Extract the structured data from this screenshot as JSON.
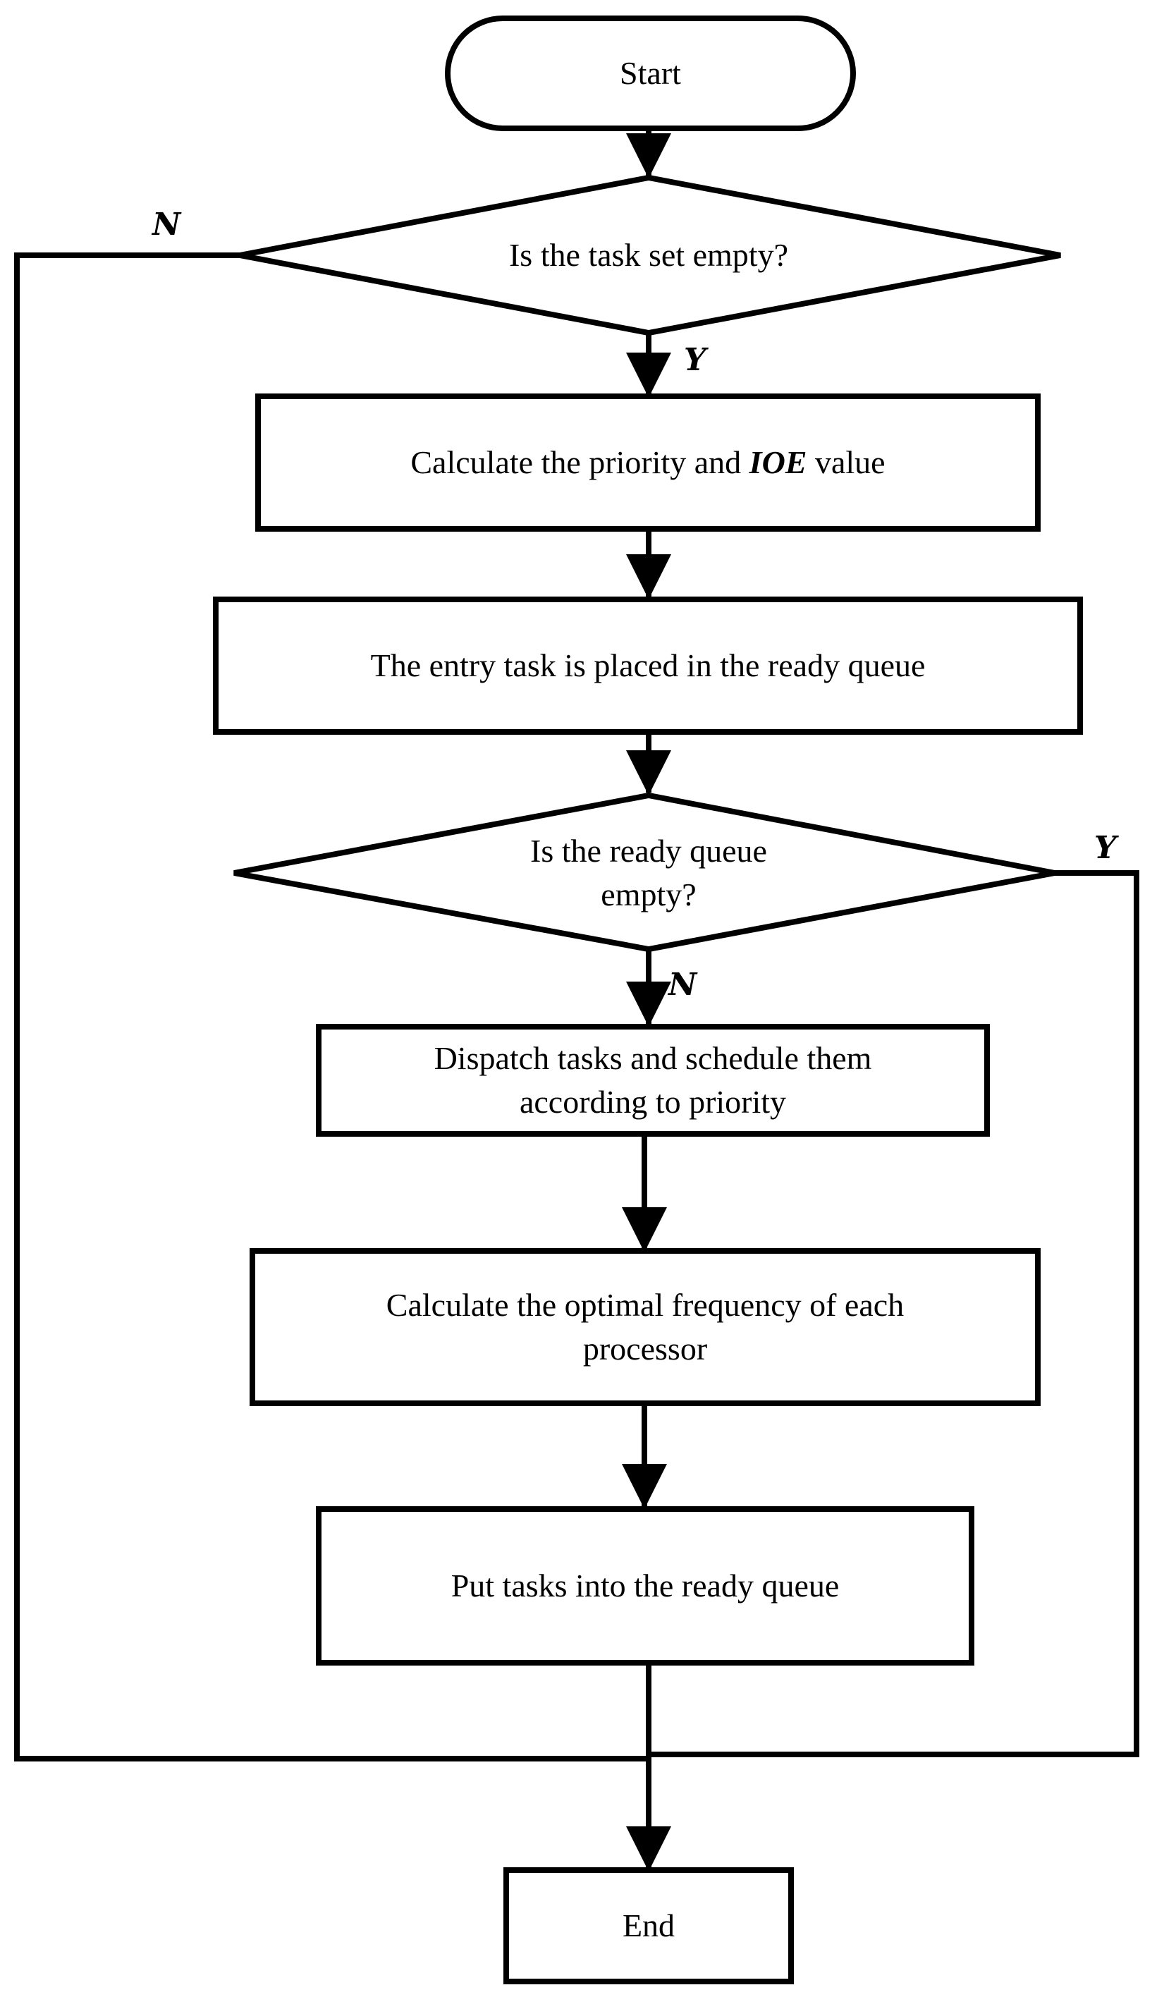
{
  "flowchart": {
    "start": "Start",
    "decision_task_set": "Is the task set empty?",
    "calc_priority": {
      "prefix": "Calculate the priority and",
      "math": "IOE",
      "suffix": "value"
    },
    "entry_task": "The entry task is placed in the ready queue",
    "decision_ready_queue": {
      "line1": "Is the ready queue",
      "line2": "empty?"
    },
    "dispatch": {
      "line1": "Dispatch tasks and schedule them",
      "line2": "according to priority"
    },
    "optimal_frequency": {
      "line1": "Calculate the optimal frequency of each",
      "line2": "processor"
    },
    "put_tasks": "Put tasks into the ready queue",
    "end": "End",
    "branch_labels": {
      "task_set_no": "N",
      "task_set_yes": "Y",
      "ready_queue_yes": "Y",
      "ready_queue_no": "N"
    }
  }
}
